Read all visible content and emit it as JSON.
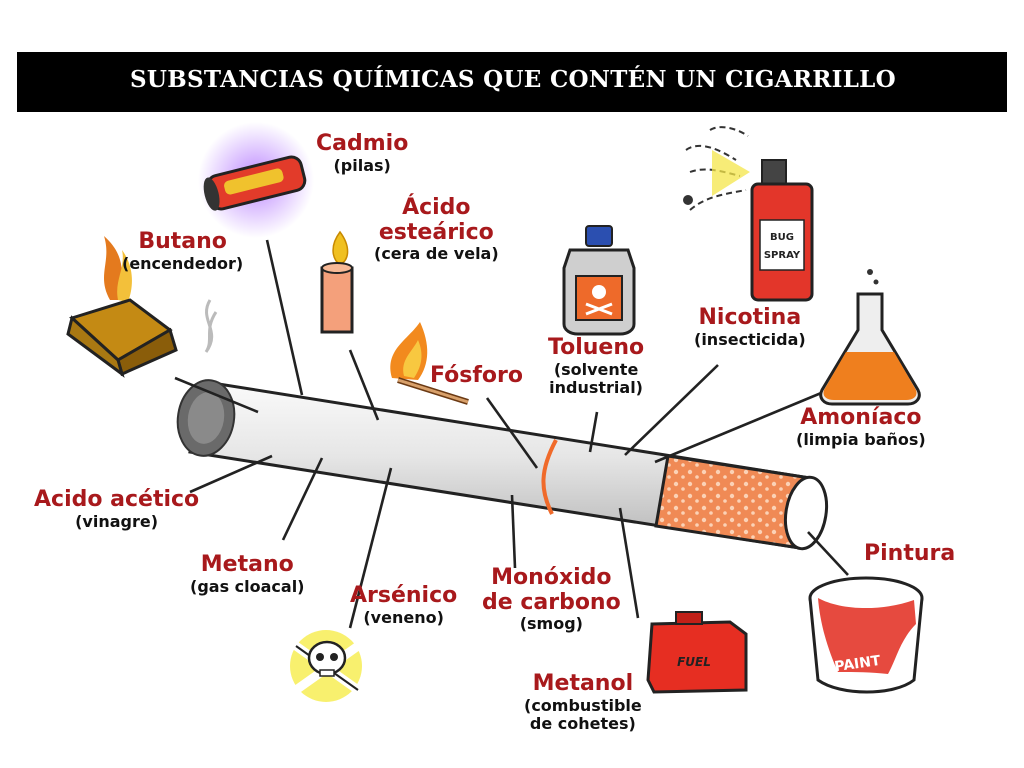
{
  "title": "SUBSTANCIAS QUÍMICAS QUE CONTÉN UN CIGARRILLO",
  "colors": {
    "name": "#a8191c",
    "desc": "#111111",
    "title_bg": "#000000",
    "title_fg": "#ffffff",
    "filter": "#f07f4e"
  },
  "labels": {
    "cadmio": {
      "name": "Cadmio",
      "desc": "(pilas)"
    },
    "butano": {
      "name": "Butano",
      "desc": "(encendedor)"
    },
    "acido_estearico": {
      "name1": "Ácido",
      "name2": "esteárico",
      "desc": "(cera de vela)"
    },
    "fosforo": {
      "name": "Fósforo"
    },
    "tolueno": {
      "name": "Tolueno",
      "desc1": "(solvente",
      "desc2": "industrial)"
    },
    "nicotina": {
      "name": "Nicotina",
      "desc": "(insecticida)"
    },
    "amoniaco": {
      "name": "Amoníaco",
      "desc": "(limpia baños)"
    },
    "acido_acetico": {
      "name": "Acido acético",
      "desc": "(vinagre)"
    },
    "metano": {
      "name": "Metano",
      "desc": "(gas cloacal)"
    },
    "arsenico": {
      "name": "Arsénico",
      "desc": "(veneno)"
    },
    "monoxido": {
      "name1": "Monóxido",
      "name2": "de carbono",
      "desc": "(smog)"
    },
    "metanol": {
      "name": "Metanol",
      "desc1": "(combustible",
      "desc2": "de cohetes)"
    },
    "pintura": {
      "name": "Pintura"
    }
  },
  "illustrations": {
    "spray_can_text1": "BUG",
    "spray_can_text2": "SPRAY",
    "fuel_can_text": "FUEL",
    "paint_can_text": "PAINT"
  },
  "icons": [
    "battery-icon",
    "lighter-icon",
    "candle-icon",
    "match-icon",
    "bottle-poison-icon",
    "spray-can-icon",
    "flask-icon",
    "skull-crossbones-icon",
    "fuel-can-icon",
    "paint-can-icon",
    "cigarette-icon"
  ]
}
